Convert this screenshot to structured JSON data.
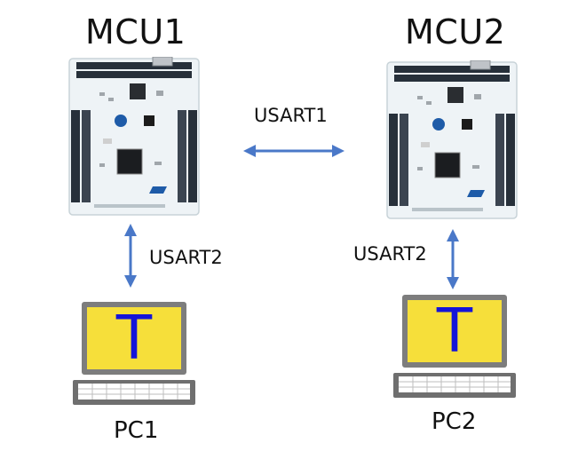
{
  "nodes": {
    "mcu1": {
      "label": "MCU1"
    },
    "mcu2": {
      "label": "MCU2"
    },
    "pc1": {
      "label": "PC1",
      "terminal_glyph": "T"
    },
    "pc2": {
      "label": "PC2",
      "terminal_glyph": "T"
    }
  },
  "links": {
    "mcu1_mcu2": {
      "label": "USART1"
    },
    "mcu1_pc1": {
      "label": "USART2"
    },
    "mcu2_pc2": {
      "label": "USART2"
    }
  },
  "colors": {
    "arrow": "#4a78c8",
    "board": "#eef3f6",
    "screen": "#f6df3a",
    "laptop_frame": "#7d7d7d",
    "terminal_glyph": "#1414d8"
  },
  "icons": {
    "board": "nucleo-board-icon",
    "computer": "laptop-icon"
  }
}
